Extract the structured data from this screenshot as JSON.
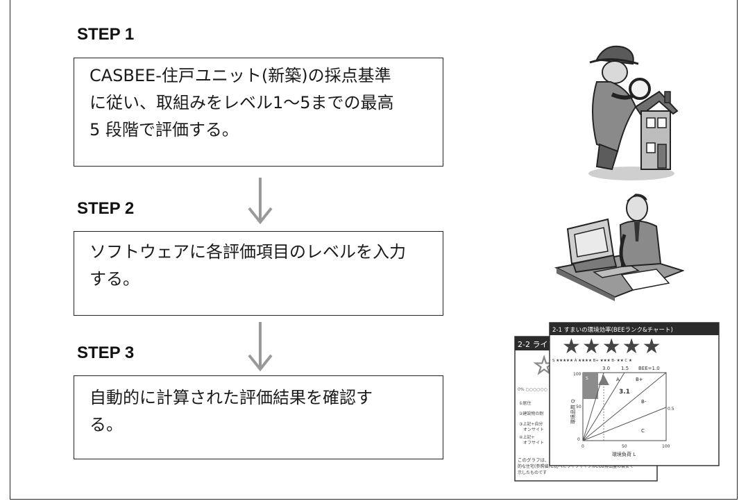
{
  "steps": [
    {
      "title": "STEP 1",
      "text": "CASBEE-住戸ユニット(新築)の採点基準に従い、取組みをレベル1～5までの最高 5 段階で評価する。",
      "lines": [
        "CASBEE-住戸ユニット(新築)の採点基準",
        "に従い、取組みをレベル1～5までの最高",
        "5 段階で評価する。"
      ]
    },
    {
      "title": "STEP 2",
      "lines": [
        "ソフトウェアに各評価項目のレベルを入力",
        "する。"
      ]
    },
    {
      "title": "STEP 3",
      "lines": [
        "自動的に計算された評価結果を確認す",
        "る。"
      ]
    }
  ],
  "illustrations": {
    "step1": "detective-with-magnifier-and-house",
    "step2": "person-at-computer-desk",
    "step3": "software-result-screens"
  },
  "screenshot_front": {
    "header": "2-1 すまいの環境効率(BEEランク&チャート)",
    "stars": "★★★★★",
    "rank_scale": "S ★★★★★  A ★★★★  B+ ★★★  B- ★★  C ★",
    "top_axis": [
      "3.0",
      "1.5",
      "BEE=1.0"
    ],
    "y_axis_label": "環境品質 Q",
    "x_axis_label": "環境負荷 L",
    "y_ticks": [
      "100",
      "50",
      "0"
    ],
    "x_ticks": [
      "0",
      "50",
      "100"
    ],
    "value": "3.1",
    "regions": [
      "S",
      "A",
      "B+",
      "B-",
      "C"
    ],
    "side_value": "0.5"
  },
  "screenshot_back": {
    "header": "2-2 ライフ",
    "items": [
      "①居住",
      "②建設物の耐",
      "③上記+自分",
      "オンサイト",
      "④上記+",
      "オフサイト"
    ],
    "footer_lines": [
      "このグラフは、",
      "的な住宅(参照値)と比べたライフサイクルCO2排出量の目安で",
      "示したものです"
    ]
  },
  "colors": {
    "arrow": "#999999",
    "border": "#222222",
    "header_bg": "#2b2b2b",
    "marker": "#8c8c8c"
  }
}
